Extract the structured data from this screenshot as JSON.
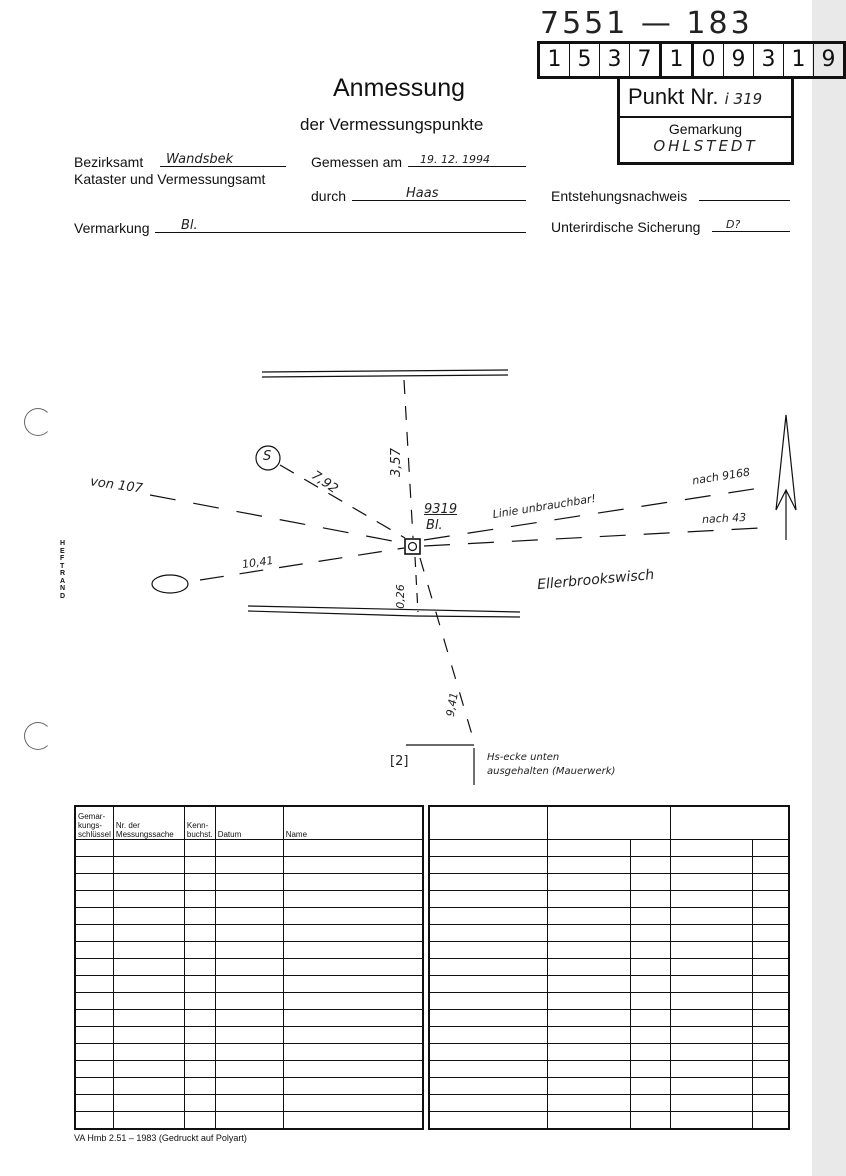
{
  "header": {
    "file_number": "7551 — 183",
    "digit_boxes": [
      "1",
      "5",
      "3",
      "7",
      "1",
      "0",
      "9",
      "3",
      "1",
      "9"
    ],
    "title": "Anmessung",
    "subtitle": "der Vermessungspunkte",
    "punkt_label": "Punkt Nr.",
    "punkt_value": "i 319",
    "gemarkung_label": "Gemarkung",
    "gemarkung_value": "OHLSTEDT"
  },
  "fields": {
    "bezirksamt_label": "Bezirksamt",
    "bezirksamt_value": "Wandsbek",
    "kataster_label": "Kataster und Vermessungsamt",
    "gemessen_label": "Gemessen am",
    "gemessen_value": "19. 12. 1994",
    "durch_label": "durch",
    "durch_value": "Haas",
    "entstehung_label": "Entstehungsnachweis",
    "vermarkung_label": "Vermarkung",
    "vermarkung_value": "Bl.",
    "unterirdisch_label": "Unterirdische Sicherung",
    "unterirdisch_value": "D?"
  },
  "margin_label": "HEFTRAND",
  "sketch": {
    "von": "von 107",
    "s_marker": "S",
    "dist_s": "7,92",
    "dist_north": "3,57",
    "point": "9319",
    "point_mark": "Bl.",
    "linie": "Linie unbrauchbar!",
    "nach_9168": "nach 9168",
    "nach_43": "nach 43",
    "dist_west": "10,41",
    "dist_south": "0,26",
    "street": "Ellerbrookswisch",
    "dist_sw": "9,41",
    "bracket": "[2]",
    "note_line1": "Hs-ecke unten",
    "note_line2": "ausgehalten (Mauerwerk)"
  },
  "table": {
    "headers": [
      "Gemar-kungs-schlüssel",
      "Nr. der Messungssache",
      "Kenn-buchst.",
      "Datum",
      "Name"
    ]
  },
  "footer": "VA Hmb 2.51 – 1983 (Gedruckt auf Polyart)"
}
